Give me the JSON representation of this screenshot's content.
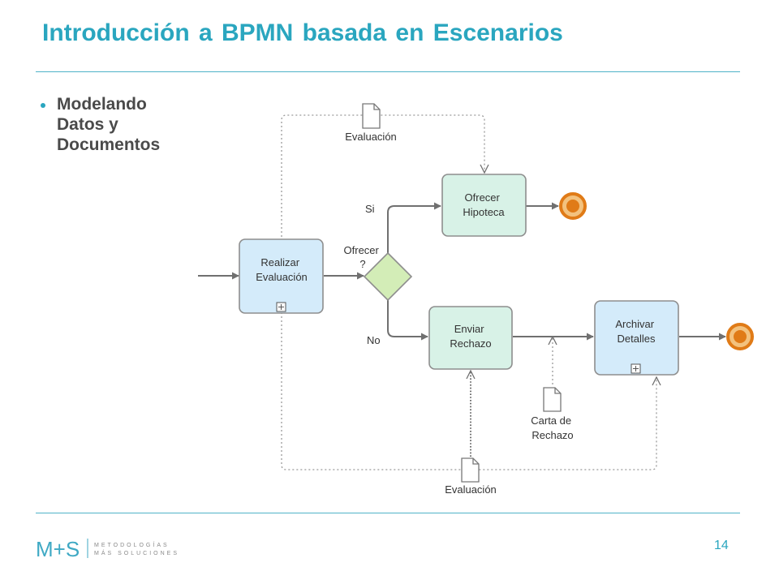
{
  "title": "Introducción a BPMN basada en Escenarios",
  "bullet": [
    "Modelando",
    "Datos y",
    "Documentos"
  ],
  "diagram": {
    "tasks": {
      "realizar": [
        "Realizar",
        "Evaluación"
      ],
      "ofrecer": [
        "Ofrecer",
        "Hipoteca"
      ],
      "enviar": [
        "Enviar",
        "Rechazo"
      ],
      "archivar": [
        "Archivar",
        "Detalles"
      ]
    },
    "gateway": [
      "Ofrecer",
      "?"
    ],
    "branch_yes": "Si",
    "branch_no": "No",
    "doc_top": "Evaluación",
    "doc_bottom": "Evaluación",
    "doc_carta": [
      "Carta de",
      "Rechazo"
    ]
  },
  "footer": {
    "logo_mark": "M+S",
    "logo_line1": "METODOLOGÍAS",
    "logo_line2": "MÁS SOLUCIONES",
    "page_number": "14"
  },
  "colors": {
    "accent": "#2aa6bf",
    "task_blue": "#d4ebfa",
    "task_green": "#d8f2e7",
    "gateway": "#d3edb7",
    "end_event": "#e07b17"
  }
}
